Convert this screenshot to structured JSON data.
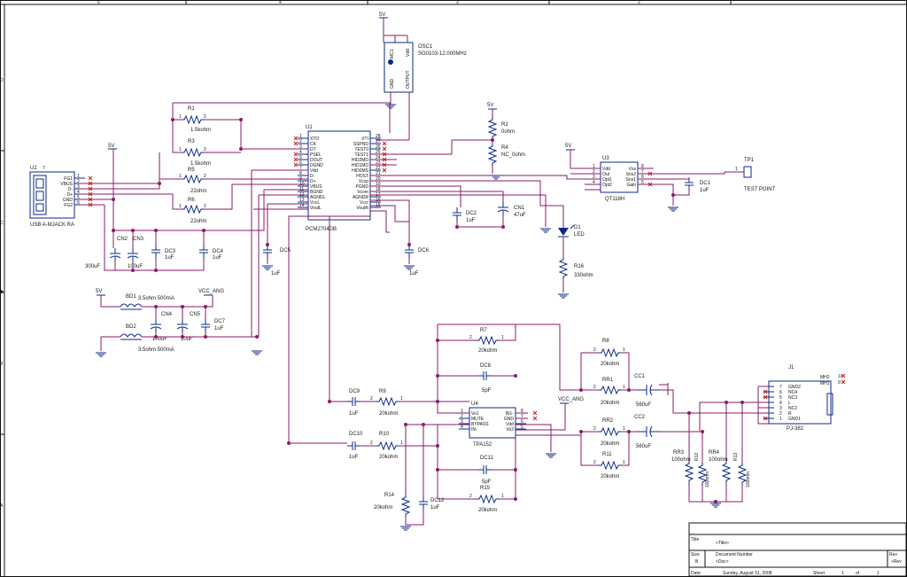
{
  "frame": {
    "top_cols": [
      "5",
      "4",
      "3",
      "2"
    ],
    "side_rows": [
      "D",
      "C",
      "B",
      "A"
    ]
  },
  "parts": {
    "osc1": {
      "ref": "OSC1",
      "value": "SG0103-12.000MHz",
      "pins": [
        "MC1",
        "Vdd",
        "GND",
        "OUTPUT"
      ],
      "supply": "5V"
    },
    "u1": {
      "ref": "U1",
      "name": "PCM2704DB",
      "left_pins": [
        "XTO",
        "CK",
        "DT",
        "PSEL",
        "DOUT",
        "DGND",
        "Vdd",
        "D-",
        "D+",
        "VBUS",
        "BGND",
        "AGNDL",
        "VccL",
        "VoutL"
      ],
      "left_nums": [
        "1",
        "2",
        "3",
        "4",
        "5",
        "6",
        "7",
        "8",
        "9",
        "10",
        "11",
        "12",
        "13",
        "14"
      ],
      "right_pins": [
        "XTI",
        "SSPND",
        "TEST0",
        "TEST1",
        "HID2MD",
        "HID1MD",
        "HID0MS",
        "HOST",
        "Vccp",
        "PGND",
        "Vcom",
        "AGNDR",
        "Vccr",
        "VoutR"
      ],
      "right_nums": [
        "28",
        "27",
        "26",
        "25",
        "24",
        "23",
        "22",
        "21",
        "20",
        "19",
        "18",
        "17",
        "16",
        "15"
      ]
    },
    "u2": {
      "ref": "U2",
      "name": "USB A-MJACK RA",
      "pins": [
        "FG1",
        "VBUS",
        "D-",
        "D+",
        "GND",
        "FG2"
      ]
    },
    "u3": {
      "ref": "U3",
      "name": "QT118H",
      "left": [
        "Vdd",
        "Out",
        "Opt1",
        "Opt2"
      ],
      "right": [
        "Vss",
        "Sns2",
        "Sns1",
        "Gain"
      ]
    },
    "u4": {
      "ref": "U4",
      "name": "TPA152",
      "left": [
        "Vo1",
        "MUTE",
        "BYPASS",
        "IN-"
      ],
      "right": [
        "IN1-",
        "GND",
        "Vdd",
        "Vo2"
      ]
    },
    "j1": {
      "ref": "J1",
      "name": "PJ-382",
      "pins": [
        "GND2",
        "NC4",
        "NC3",
        "L",
        "NC2",
        "R",
        "GND1"
      ],
      "mh": [
        "MH2",
        "MH1"
      ]
    },
    "tp1": {
      "ref": "TP1",
      "name": "TEST POINT"
    },
    "r1": {
      "ref": "R1",
      "value": "1.5kohm"
    },
    "r2": {
      "ref": "R2",
      "value": "0ohm"
    },
    "r3": {
      "ref": "R3",
      "value": "1.5kohm"
    },
    "r4": {
      "ref": "R4",
      "value": "NC_0ohm"
    },
    "r5": {
      "ref": "R5",
      "value": "22ohm"
    },
    "r6": {
      "ref": "R6",
      "value": "22ohm"
    },
    "r7": {
      "ref": "R7",
      "value": "20kohm"
    },
    "r8": {
      "ref": "R8",
      "value": "20kohm"
    },
    "r9": {
      "ref": "R9",
      "value": "20kohm"
    },
    "r10": {
      "ref": "R10",
      "value": "20kohm"
    },
    "r11": {
      "ref": "R11",
      "value": "20kohm"
    },
    "r12": {
      "ref": "R12",
      "value": "100ohm"
    },
    "r13": {
      "ref": "R13",
      "value": "100ohm"
    },
    "r14": {
      "ref": "R14",
      "value": "20kohm"
    },
    "r15": {
      "ref": "R15",
      "value": "20kohm"
    },
    "r16": {
      "ref": "R16",
      "value": "330ohm"
    },
    "rr1": {
      "ref": "RR1",
      "value": "20kohm"
    },
    "rr2": {
      "ref": "RR2",
      "value": "20kohm"
    },
    "rr3": {
      "ref": "RR3",
      "value": "100ohm"
    },
    "rr4": {
      "ref": "RR4",
      "value": "100ohm"
    },
    "cn1": {
      "ref": "CN1",
      "value": "47uF"
    },
    "cn2": {
      "ref": "CN2",
      "value": "300uF"
    },
    "cn3": {
      "ref": "CN3",
      "value": "100uF"
    },
    "cn4": {
      "ref": "CN4",
      "value": "100uF"
    },
    "cn5": {
      "ref": "CN5",
      "value": "10uF"
    },
    "cc1": {
      "ref": "CC1",
      "value": "560uF"
    },
    "cc2": {
      "ref": "CC2",
      "value": "560uF"
    },
    "dc1": {
      "ref": "DC1",
      "value": "1uF"
    },
    "dc2": {
      "ref": "DC2",
      "value": "1uF"
    },
    "dc3": {
      "ref": "DC3",
      "value": "1uF"
    },
    "dc4": {
      "ref": "DC4",
      "value": "1uF"
    },
    "dc5": {
      "ref": "DC5",
      "value": "1uF"
    },
    "dc6": {
      "ref": "DC6",
      "value": "1uF"
    },
    "dc7": {
      "ref": "DC7",
      "value": "1uF"
    },
    "dc8": {
      "ref": "DC8",
      "value": "5pF"
    },
    "dc9": {
      "ref": "DC9",
      "value": "1uF"
    },
    "dc10": {
      "ref": "DC10",
      "value": "1uF"
    },
    "dc11": {
      "ref": "DC11",
      "value": "5pF"
    },
    "dc12": {
      "ref": "DC12",
      "value": "1uF"
    },
    "bd1": {
      "ref": "BD1",
      "value": "3.5ohm 500mA"
    },
    "bd2": {
      "ref": "BD2",
      "value": "3.5ohm 500mA"
    },
    "d1": {
      "ref": "D1",
      "value": "LED"
    }
  },
  "nets": {
    "v5": "5V",
    "vcc_ang": "VCC_ANG"
  },
  "title_block": {
    "title_label": "Title",
    "title": "<Title>",
    "size_label": "Size",
    "size": "B",
    "docnum_label": "Document Number",
    "docnum": "<Doc>",
    "rev_label": "Rev",
    "rev": "<Rev",
    "date_label": "Date:",
    "date": "Sunday, August 31, 2008",
    "sheet_label": "Sheet",
    "sheet": "1",
    "of_label": "of",
    "sheet_total": "1"
  },
  "colors": {
    "wire": "#8b1a6b",
    "component": "#0b2a8a",
    "noconnect": "#d01818"
  }
}
